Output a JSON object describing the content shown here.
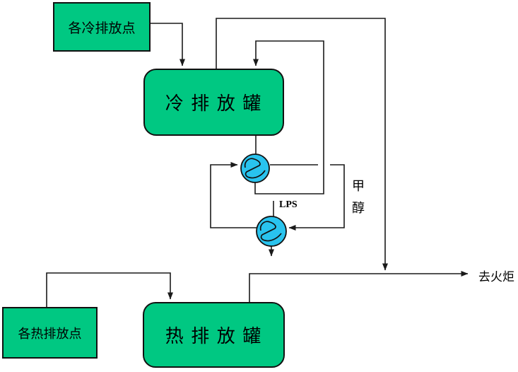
{
  "diagram": {
    "title_hint": "vent-drain-tank-flow-diagram",
    "nodes": {
      "cold_points": {
        "label": "各冷排放点"
      },
      "cold_tank": {
        "label": "冷 排 放 罐"
      },
      "hot_points": {
        "label": "各热排放点"
      },
      "hot_tank": {
        "label": "热 排 放 罐"
      }
    },
    "equipment": {
      "exchanger_1": {
        "icon": "heat-exchanger-circle"
      },
      "exchanger_2": {
        "icon": "heat-exchanger-circle"
      }
    },
    "labels": {
      "lps": "LPS",
      "methanol_char_1": "甲",
      "methanol_char_2": "醇",
      "to_flare": "去火炬"
    },
    "colors": {
      "node_fill": "#00c882",
      "exchanger_fill": "#29c3ee",
      "line": "#1a1a1a"
    }
  }
}
